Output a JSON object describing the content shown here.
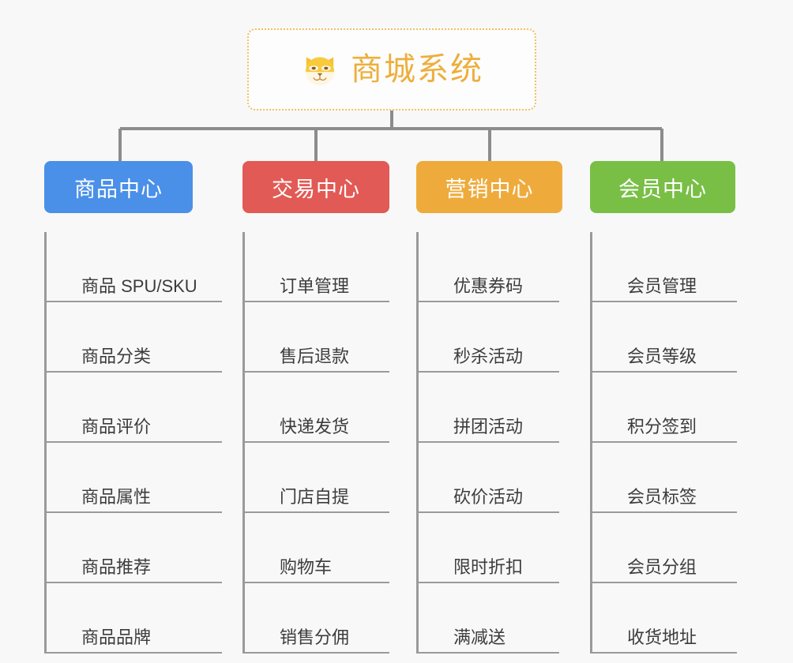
{
  "background_color": "#f8f8f8",
  "root": {
    "icon": "shiba-dog-face-icon",
    "title": "商城系统",
    "border_color": "#f0c061",
    "text_color": "#eeae3c"
  },
  "connector_color": "#8c8c8c",
  "branches": [
    {
      "label": "商品中心",
      "color": "#4a90e8",
      "items": [
        "商品 SPU/SKU",
        "商品分类",
        "商品评价",
        "商品属性",
        "商品推荐",
        "商品品牌"
      ]
    },
    {
      "label": "交易中心",
      "color": "#e25a55",
      "items": [
        "订单管理",
        "售后退款",
        "快递发货",
        "门店自提",
        "购物车",
        "销售分佣"
      ]
    },
    {
      "label": "营销中心",
      "color": "#eeab3c",
      "items": [
        "优惠券码",
        "秒杀活动",
        "拼团活动",
        "砍价活动",
        "限时折扣",
        "满减送"
      ]
    },
    {
      "label": "会员中心",
      "color": "#79bf46",
      "items": [
        "会员管理",
        "会员等级",
        "积分签到",
        "会员标签",
        "会员分组",
        "收货地址"
      ]
    }
  ]
}
